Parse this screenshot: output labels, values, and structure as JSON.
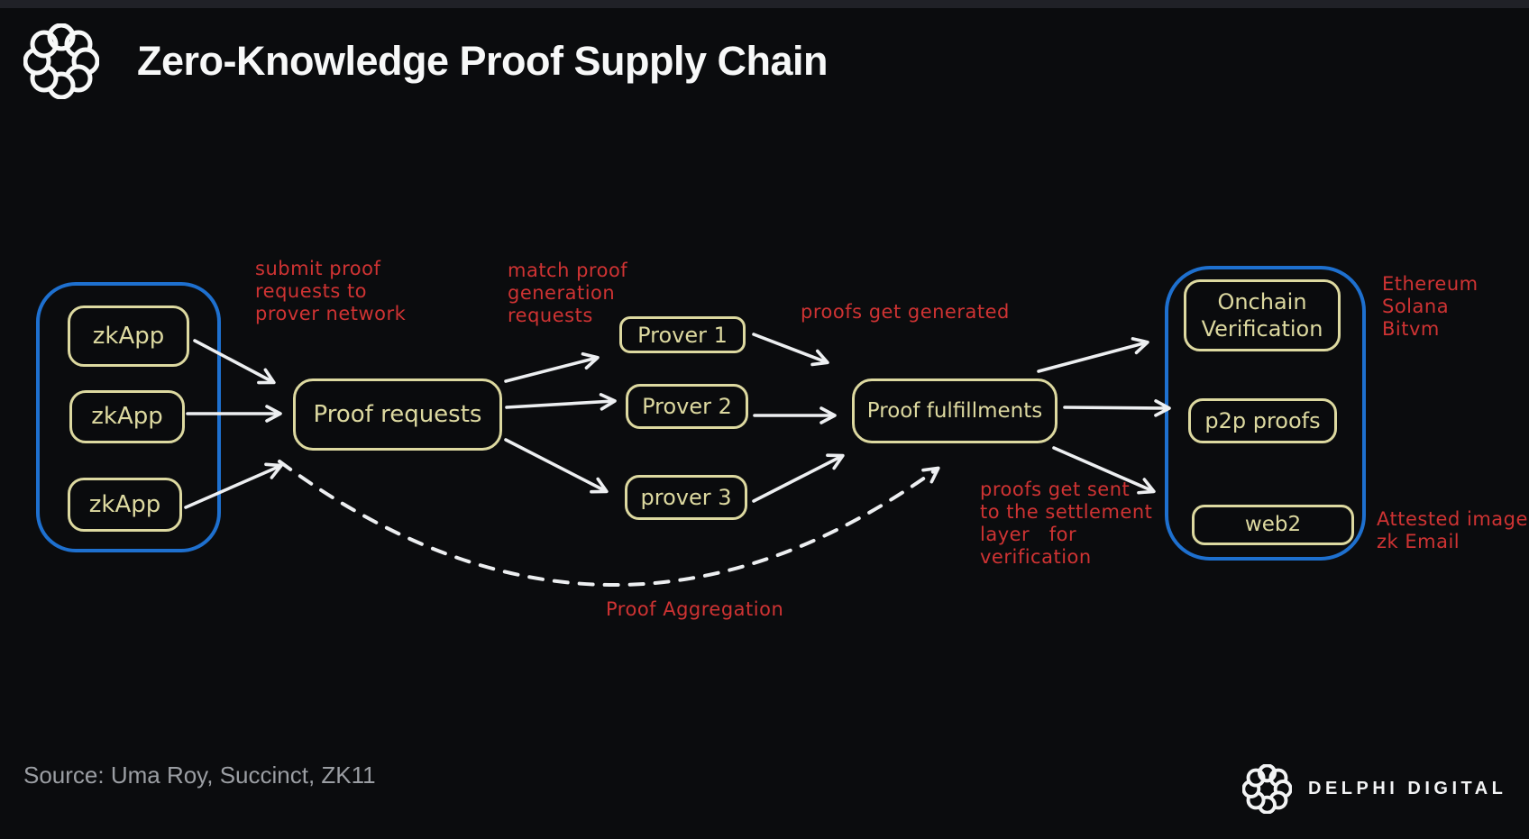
{
  "header": {
    "title": "Zero-Knowledge Proof Supply Chain"
  },
  "icons": {
    "header_logo": "delphi-chain-knot",
    "footer_logo": "delphi-chain-knot"
  },
  "colors": {
    "bg": "#0b0c0e",
    "cream": "#ddd9a0",
    "blue": "#1e70cf",
    "red": "#cf3333",
    "arrow": "#edeff1",
    "title": "#f7f8f8",
    "muted": "#9b9ea3"
  },
  "nodes": {
    "zkapp1": "zkApp",
    "zkapp2": "zkApp",
    "zkapp3": "zkApp",
    "proof_requests": "Proof requests",
    "prover1": "Prover 1",
    "prover2": "Prover 2",
    "prover3": "prover 3",
    "proof_fulfillments": "Proof fulfillments",
    "onchain_verification": "Onchain\nVerification",
    "p2p_proofs": "p2p proofs",
    "web2": "web2"
  },
  "annotations": {
    "submit": "submit proof\nrequests to\nprover network",
    "match": "match proof\ngeneration\nrequests",
    "generated": "proofs get generated",
    "sent": "proofs get sent\nto the settlement\nlayer   for\nverification",
    "aggregation": "Proof Aggregation",
    "settlement_targets": "Ethereum\nSolana\nBitvm",
    "web2_targets": "Attested image\nzk Email"
  },
  "footer": {
    "source": "Source: Uma Roy, Succinct, ZK11",
    "brand": "DELPHI DIGITAL"
  }
}
